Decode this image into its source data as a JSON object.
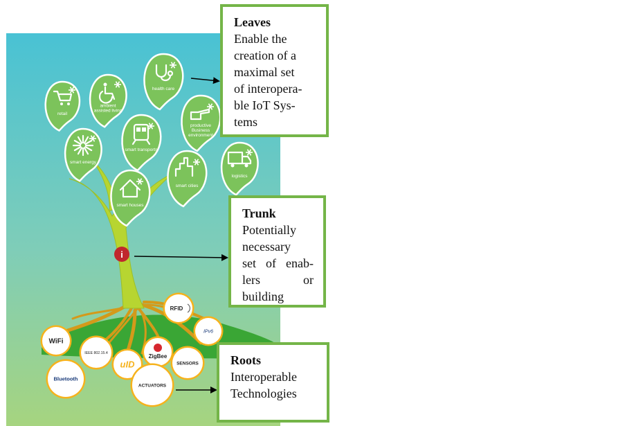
{
  "leaves": [
    {
      "id": "retail",
      "label": "retail",
      "icon": "shopping-cart-icon"
    },
    {
      "id": "ambient",
      "label_lines": [
        "ambient",
        "assisted living"
      ],
      "icon": "wheelchair-icon"
    },
    {
      "id": "health",
      "label": "health care",
      "icon": "stethoscope-icon"
    },
    {
      "id": "business",
      "label_lines": [
        "productive",
        "Business",
        "environment"
      ],
      "icon": "pointing-hand-icon"
    },
    {
      "id": "transport",
      "label": "smart transports",
      "icon": "train-icon"
    },
    {
      "id": "energy",
      "label": "smart energy",
      "icon": "sun-burst-icon"
    },
    {
      "id": "logistics",
      "label": "logistics",
      "icon": "truck-icon"
    },
    {
      "id": "cities",
      "label": "smart cities",
      "icon": "city-skyline-icon"
    },
    {
      "id": "houses",
      "label": "smart houses",
      "icon": "house-icon"
    }
  ],
  "roots": [
    {
      "id": "rfid",
      "label": "RFID"
    },
    {
      "id": "ipv6",
      "label": "IPv6"
    },
    {
      "id": "wifi",
      "label": "WiFi"
    },
    {
      "id": "ieee",
      "label": "IEEE 802.15.4"
    },
    {
      "id": "zigbee",
      "label": "ZigBee"
    },
    {
      "id": "sensors",
      "label": "SENSORS"
    },
    {
      "id": "uid",
      "label": "uID"
    },
    {
      "id": "bluetooth",
      "label": "Bluetooth"
    },
    {
      "id": "actuators",
      "label": "ACTUATORS"
    }
  ],
  "callouts": {
    "leaves": {
      "title": "Leaves",
      "lines": [
        "Enable the",
        "creation of a",
        "maximal set",
        "of interopera-",
        "ble IoT Sys-",
        "tems"
      ]
    },
    "trunk": {
      "title": "Trunk",
      "lines": [
        "Potentially",
        "necessary",
        "set of enab-",
        "lers or",
        "building"
      ]
    },
    "roots": {
      "title": "Roots",
      "lines": [
        "Interoperable",
        "Technologies"
      ]
    }
  },
  "colors": {
    "accent_green": "#74b548",
    "bg_top": "#49c2d4",
    "bg_bottom": "#a6d47f",
    "trunk": "#b7d531",
    "roots": "#d49a1a",
    "leaf_bubble": "#7cc35b",
    "emblem": "#c0272d"
  }
}
